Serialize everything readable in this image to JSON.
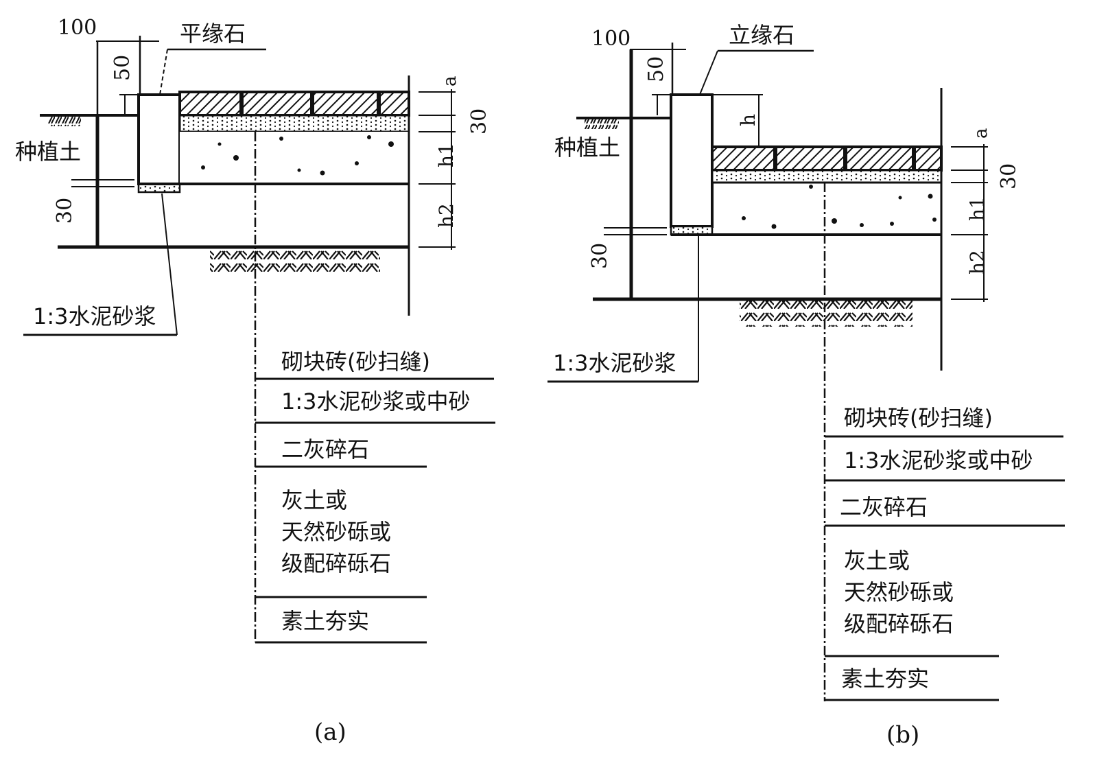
{
  "diagram_a": {
    "caption": "(a)",
    "curb_label": "平缘石",
    "soil_label": "种植土",
    "mortar_label": "1:3水泥砂浆",
    "dims": {
      "d100": "100",
      "d50": "50",
      "d30_left": "30",
      "a": "a",
      "d30_right": "30",
      "h1": "h1",
      "h2": "h2"
    },
    "layers": [
      "砌块砖(砂扫缝)",
      "1:3水泥砂浆或中砂",
      "二灰碎石",
      "灰土或",
      "天然砂砾或",
      "级配碎砾石",
      "素土夯实"
    ]
  },
  "diagram_b": {
    "caption": "(b)",
    "curb_label": "立缘石",
    "soil_label": "种植土",
    "mortar_label": "1:3水泥砂浆",
    "dims": {
      "d100": "100",
      "d50": "50",
      "h": "h",
      "d30_left": "30",
      "a": "a",
      "d30_right": "30",
      "h1": "h1",
      "h2": "h2"
    },
    "layers": [
      "砌块砖(砂扫缝)",
      "1:3水泥砂浆或中砂",
      "二灰碎石",
      "灰土或",
      "天然砂砾或",
      "级配碎砾石",
      "素土夯实"
    ]
  },
  "colors": {
    "ink": "#111111",
    "background": "#ffffff"
  }
}
